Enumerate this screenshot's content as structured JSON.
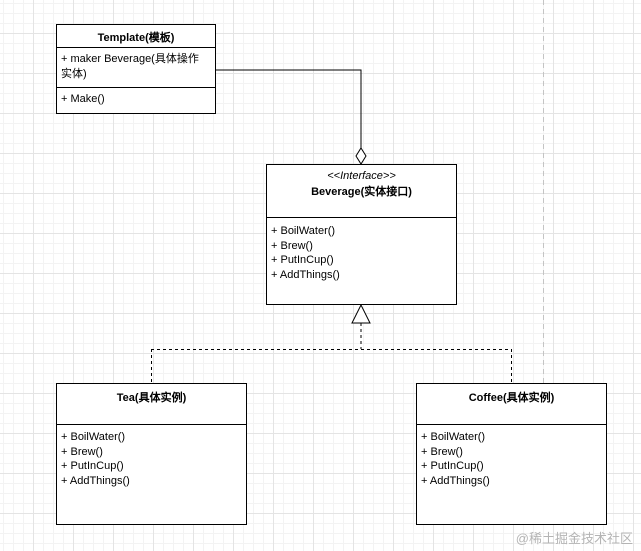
{
  "classes": {
    "template": {
      "name": "Template(模板)",
      "fields": [
        "+ maker Beverage(具体操作",
        "实体)"
      ],
      "methods": [
        "+ Make()"
      ]
    },
    "beverage": {
      "stereotype": "<<Interface>>",
      "name": "Beverage(实体接口)",
      "methods": [
        "+ BoilWater()",
        "+ Brew()",
        "+ PutInCup()",
        "+ AddThings()"
      ]
    },
    "tea": {
      "name": "Tea(具体实例)",
      "methods": [
        "+ BoilWater()",
        "+ Brew()",
        "+ PutInCup()",
        "+ AddThings()"
      ]
    },
    "coffee": {
      "name": "Coffee(具体实例)",
      "methods": [
        "+ BoilWater()",
        "+ Brew()",
        "+ PutInCup()",
        "+ AddThings()"
      ]
    }
  },
  "relations": [
    {
      "type": "aggregation",
      "from": "template",
      "to": "beverage"
    },
    {
      "type": "realization",
      "from": "tea",
      "to": "beverage"
    },
    {
      "type": "realization",
      "from": "coffee",
      "to": "beverage"
    }
  ],
  "watermark": "@稀土掘金技术社区"
}
